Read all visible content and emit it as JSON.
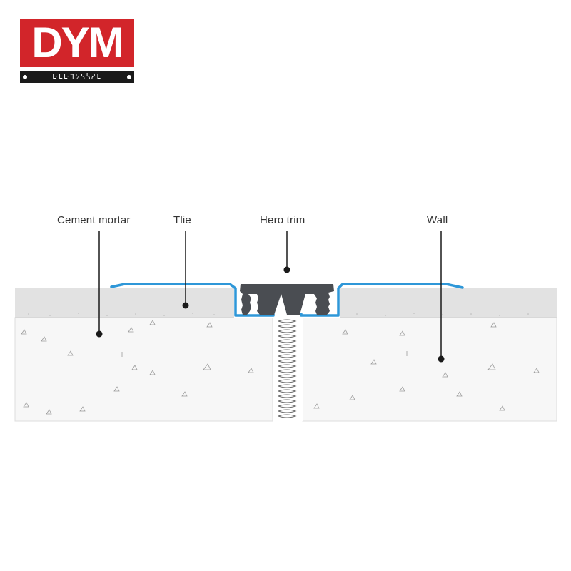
{
  "logo": {
    "text": "DYM",
    "strip_text": "ᒷᒪᒷᒣᔭᓴᓵᓱᒪ",
    "brand_color": "#d2252a"
  },
  "labels": {
    "cement_mortar": "Cement mortar",
    "tile": "Tlie",
    "hero_trim": "Hero trim",
    "wall": "Wall"
  },
  "colors": {
    "trim_blue": "#2e97d8",
    "insert_dark": "#4a4d52",
    "tile_gray": "#e2e2e2",
    "mortar": "#f7f7f7",
    "line": "#1a1a1a"
  }
}
